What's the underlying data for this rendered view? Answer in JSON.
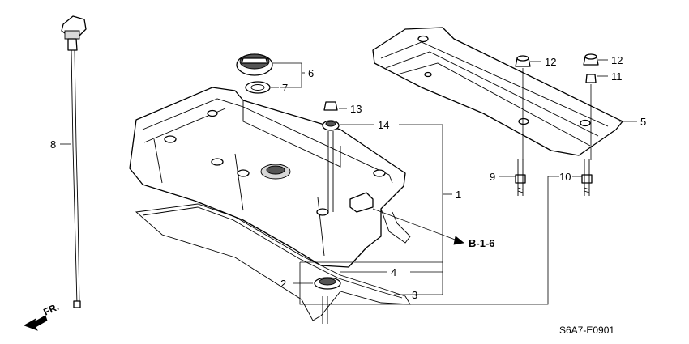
{
  "diagram": {
    "callouts": {
      "c1": "1",
      "c2": "2",
      "c3": "3",
      "c4": "4",
      "c5": "5",
      "c6": "6",
      "c7": "7",
      "c8": "8",
      "c9": "9",
      "c10": "10",
      "c11": "11",
      "c12a": "12",
      "c12b": "12",
      "c13": "13",
      "c14": "14"
    },
    "reference_label": "B-1-6",
    "direction_label": "FR.",
    "drawing_code": "S6A7-E0901"
  }
}
